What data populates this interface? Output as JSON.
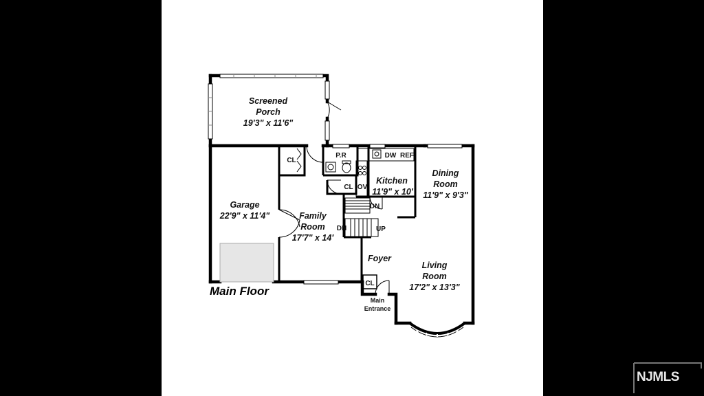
{
  "plan": {
    "title": "Main Floor",
    "rooms": {
      "screened_porch": {
        "name_line1": "Screened",
        "name_line2": "Porch",
        "dims": "19'3\" x 11'6\""
      },
      "garage": {
        "name": "Garage",
        "dims": "22'9\" x 11'4\""
      },
      "family_room": {
        "name_line1": "Family",
        "name_line2": "Room",
        "dims": "17'7\" x 14'"
      },
      "kitchen": {
        "name": "Kitchen",
        "dims": "11'9\" x 10'"
      },
      "dining_room": {
        "name_line1": "Dining",
        "name_line2": "Room",
        "dims": "11'9\" x 9'3\""
      },
      "living_room": {
        "name_line1": "Living",
        "name_line2": "Room",
        "dims": "17'2\" x 13'3\""
      },
      "foyer": {
        "name": "Foyer"
      }
    },
    "small_labels": {
      "cl_garage": "CL",
      "cl_center": "CL",
      "cl_foyer": "CL",
      "powder_room": "P.R",
      "dishwasher": "DW",
      "refrigerator": "REF",
      "oven": "OV",
      "stairs_dn_upper": "DN",
      "stairs_dn_lower": "DN",
      "stairs_up": "UP",
      "entrance_line1": "Main",
      "entrance_line2": "Entrance"
    }
  },
  "watermark": {
    "text": "NJMLS"
  }
}
